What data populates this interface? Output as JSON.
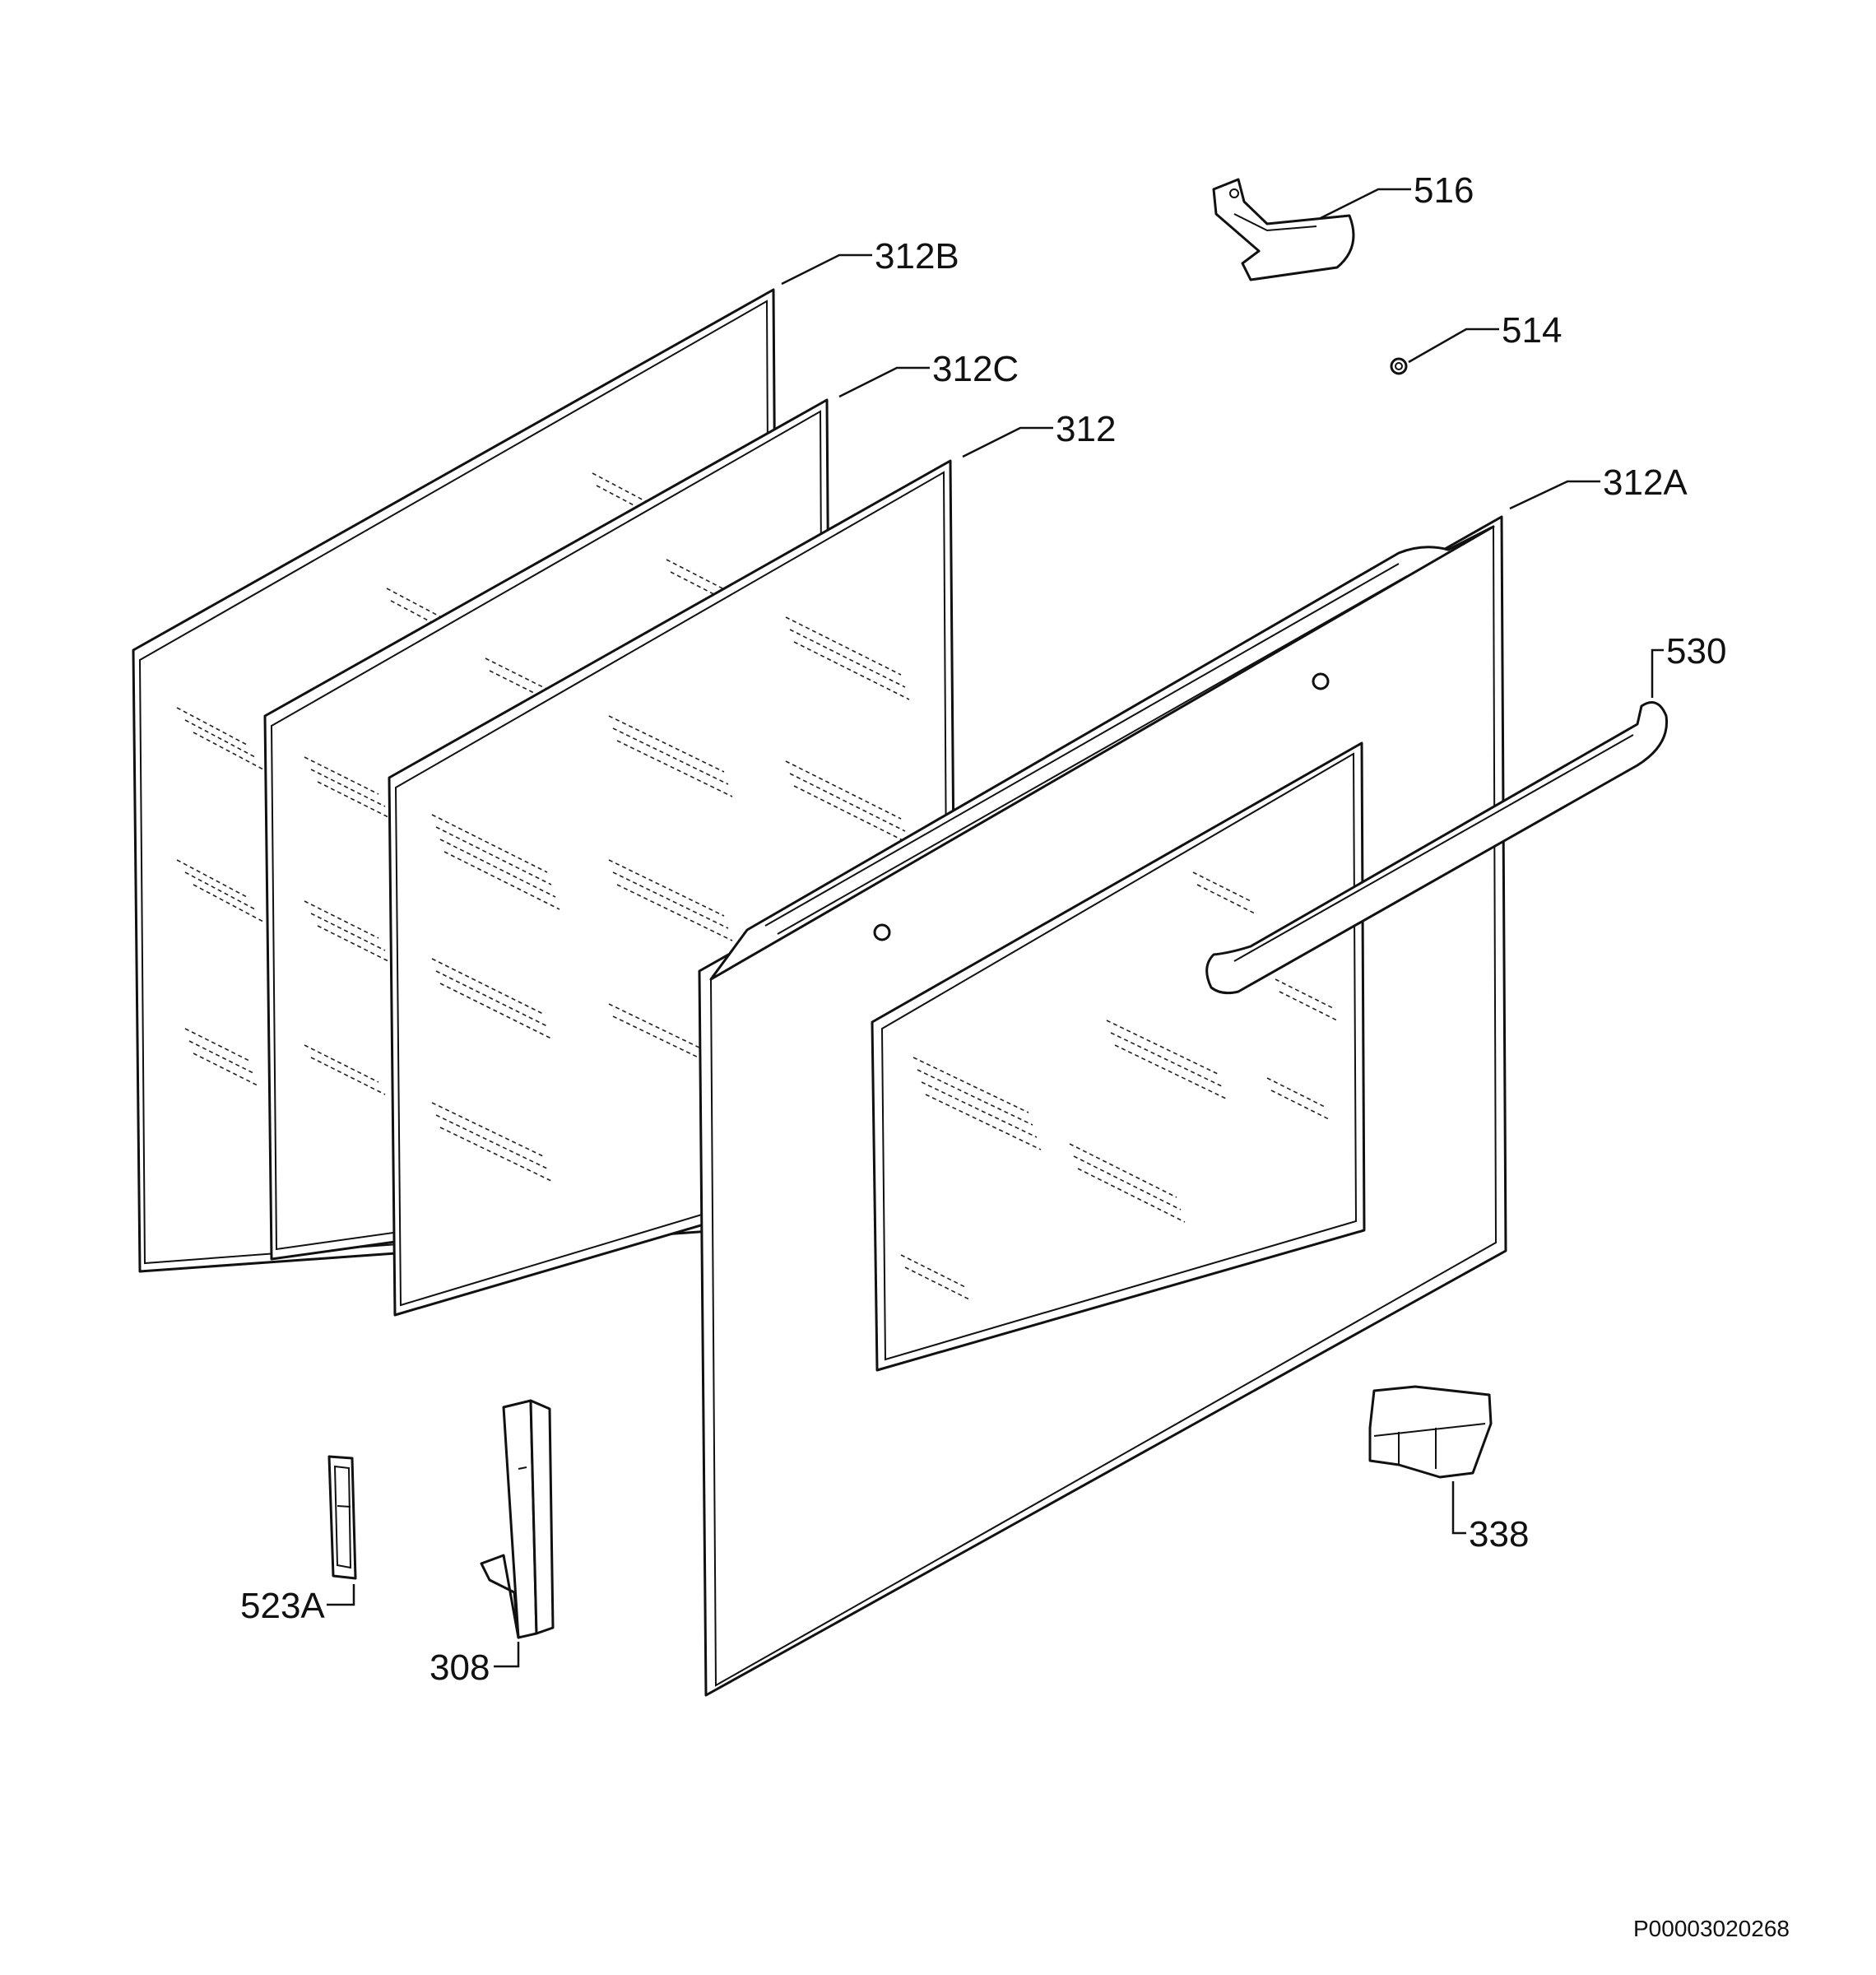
{
  "labels": {
    "p312B": "312B",
    "p312C": "312C",
    "p312": "312",
    "p312A": "312A",
    "p516": "516",
    "p514": "514",
    "p530": "530",
    "p338": "338",
    "p523A": "523A",
    "p308": "308"
  },
  "drawing_code": "P00003020268"
}
